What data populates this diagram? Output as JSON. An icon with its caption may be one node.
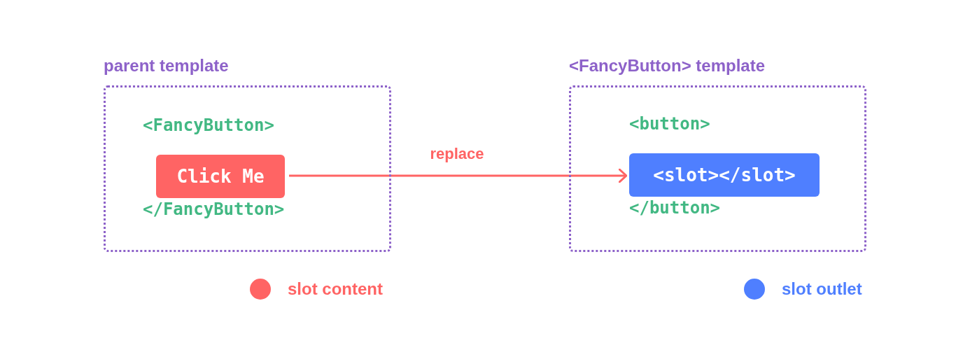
{
  "diagram": {
    "nodes": [
      {
        "text": [
          "parent template",
          "<FancyButton>",
          "</FancyButton>"
        ]
      },
      {
        "text": [
          "Click Me"
        ],
        "in": 0
      },
      {
        "text": [
          "<FancyButton> template",
          "<button>",
          "</button>"
        ]
      },
      {
        "text": [
          "<slot></slot>"
        ],
        "in": 2
      }
    ],
    "edges": [
      {
        "from": 1,
        "to": 3,
        "arrow": "to",
        "label": "replace"
      }
    ],
    "legend": [
      {
        "text": "slot content",
        "color": "#ff6464"
      },
      {
        "text": "slot outlet",
        "color": "#4f7fff"
      }
    ]
  }
}
